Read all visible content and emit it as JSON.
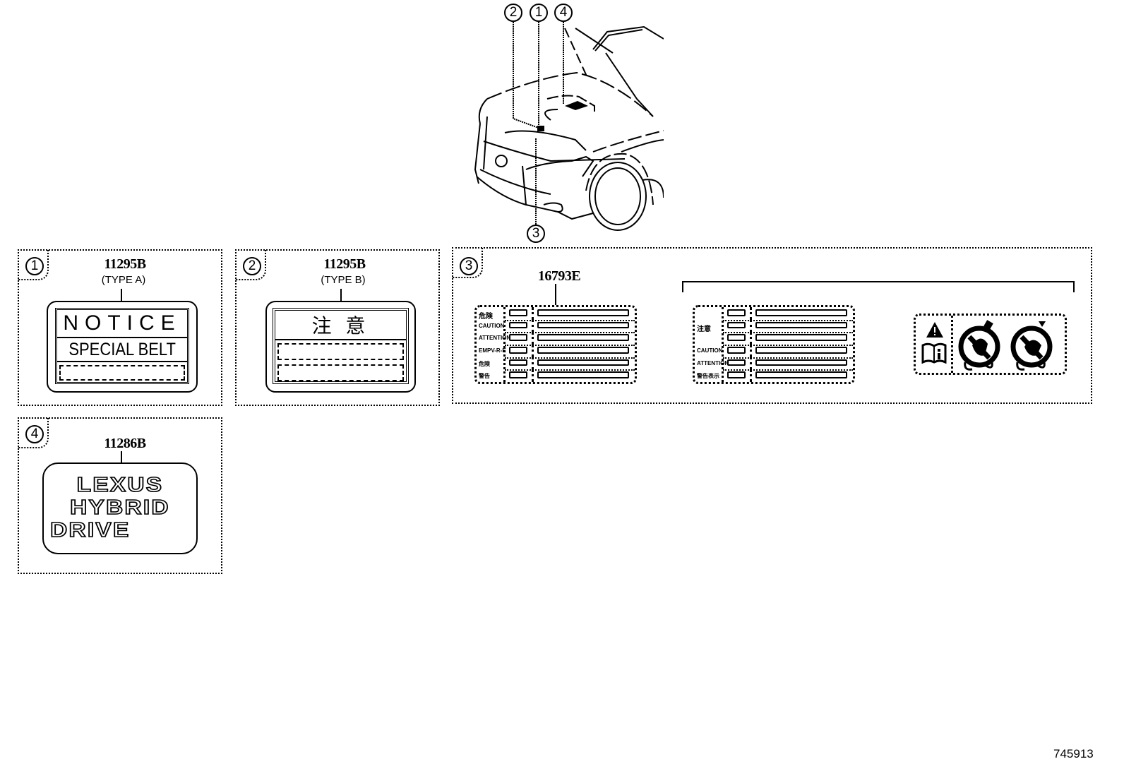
{
  "callouts": [
    "1",
    "2",
    "3",
    "4"
  ],
  "panels": [
    {
      "num": "1",
      "part": "11295B",
      "type": "(TYPE A)",
      "label": {
        "title": "NOTICE",
        "line2": "SPECIAL BELT"
      }
    },
    {
      "num": "2",
      "part": "11295B",
      "type": "(TYPE B)",
      "label": {
        "title": "注 意"
      }
    },
    {
      "num": "3",
      "part": "16793E",
      "label_a_rows": [
        "危険",
        "CAUTION",
        "ATTENTION",
        "EMPV-R-E",
        "危険",
        "警告"
      ],
      "label_b_rows": [
        "注意",
        "CAUTION",
        "ATTENTION",
        "警告表示"
      ]
    },
    {
      "num": "4",
      "part": "11286B",
      "label": {
        "lines": [
          "LEXUS",
          "HYBRID",
          "DRIVE"
        ]
      }
    }
  ],
  "icons": [
    "warning-triangle-icon",
    "manual-book-icon",
    "no-child-seat-icon",
    "no-child-seat-icon"
  ],
  "footer": {
    "diagram_id": "745913"
  }
}
